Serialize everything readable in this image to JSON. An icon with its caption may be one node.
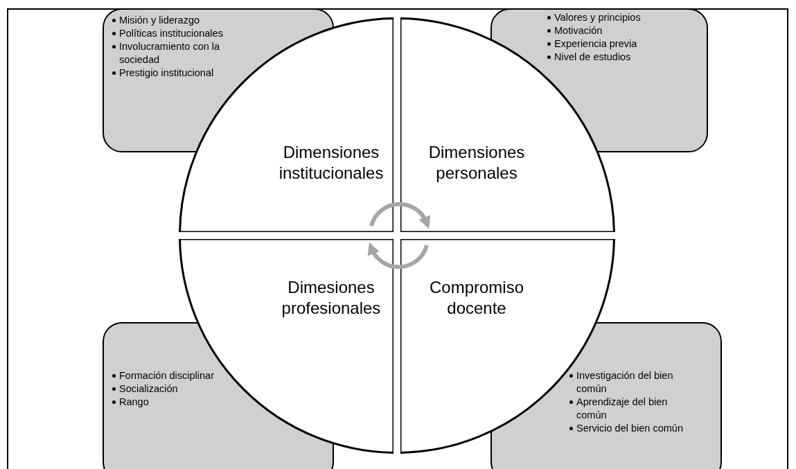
{
  "diagram": {
    "nodes": [
      {
        "text": [
          "Misión y liderazgo",
          "Políticas institucionales",
          "Involucramiento con la sociedad",
          "Prestigio institucional"
        ]
      },
      {
        "text": [
          "Valores y principios",
          "Motivación",
          "Experiencia previa",
          "Nivel de estudios"
        ]
      },
      {
        "text": [
          "Dimensiones institucionales"
        ]
      },
      {
        "text": [
          "Dimensiones personales"
        ]
      },
      {
        "text": [
          "Dimesiones profesionales"
        ]
      },
      {
        "text": [
          "Compromiso docente"
        ]
      },
      {
        "text": [
          "Formación disciplinar",
          "Socialización",
          "Rango"
        ]
      },
      {
        "text": [
          "Investigación del bien común",
          "Aprendizaje del bien común",
          "Servicio del bien común"
        ]
      }
    ],
    "edges": [
      {
        "from": 2,
        "to": 3,
        "arrow": "to",
        "color": "#a6a6a6"
      },
      {
        "from": 5,
        "to": 4,
        "arrow": "to",
        "color": "#a6a6a6"
      }
    ]
  }
}
